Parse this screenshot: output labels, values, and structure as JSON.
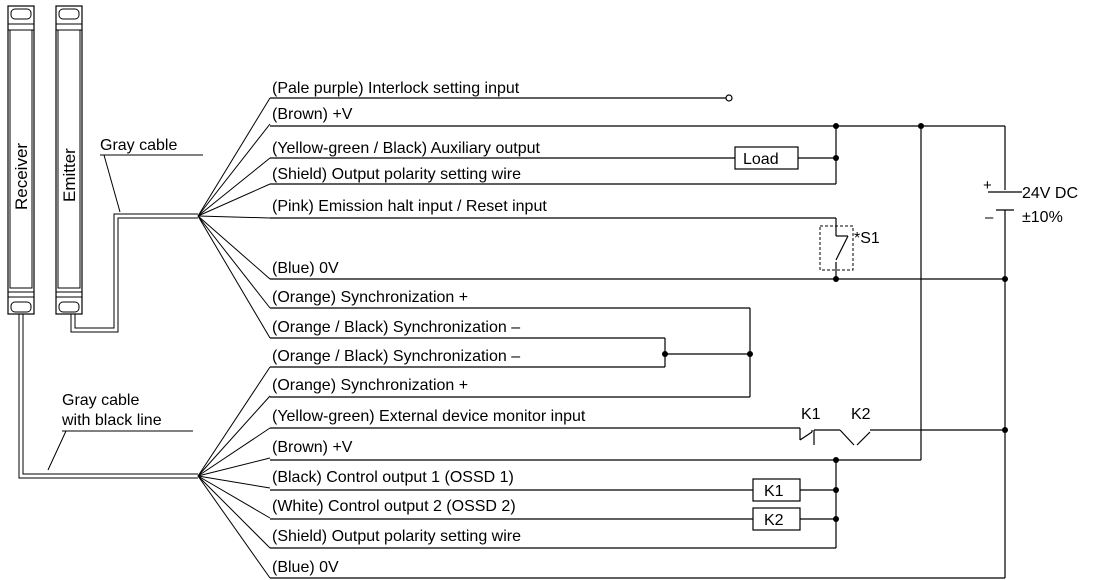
{
  "devices": {
    "receiver_label": "Receiver",
    "emitter_label": "Emitter"
  },
  "cables": {
    "emitter_cable_label": "Gray cable",
    "receiver_cable_label_line1": "Gray cable",
    "receiver_cable_label_line2": "with black line"
  },
  "emitter_wires": [
    "(Pale purple) Interlock setting input",
    "(Brown) +V",
    "(Yellow-green / Black) Auxiliary output",
    "(Shield) Output polarity setting wire",
    "(Pink) Emission halt input / Reset input",
    "(Blue) 0V",
    "(Orange) Synchronization +",
    "(Orange / Black) Synchronization –"
  ],
  "receiver_wires": [
    "(Orange / Black) Synchronization –",
    "(Orange) Synchronization +",
    "(Yellow-green) External device monitor input",
    "(Brown) +V",
    "(Black) Control output 1 (OSSD 1)",
    "(White) Control output 2 (OSSD 2)",
    "(Shield) Output polarity setting wire",
    "(Blue) 0V"
  ],
  "components": {
    "load": "Load",
    "k1_relay": "K1",
    "k2_relay": "K2",
    "k1_contact": "K1",
    "k2_contact": "K2",
    "switch": "*S1"
  },
  "power_supply": {
    "plus": "+",
    "minus": "–",
    "voltage": "24V DC",
    "tolerance": "±10%"
  }
}
